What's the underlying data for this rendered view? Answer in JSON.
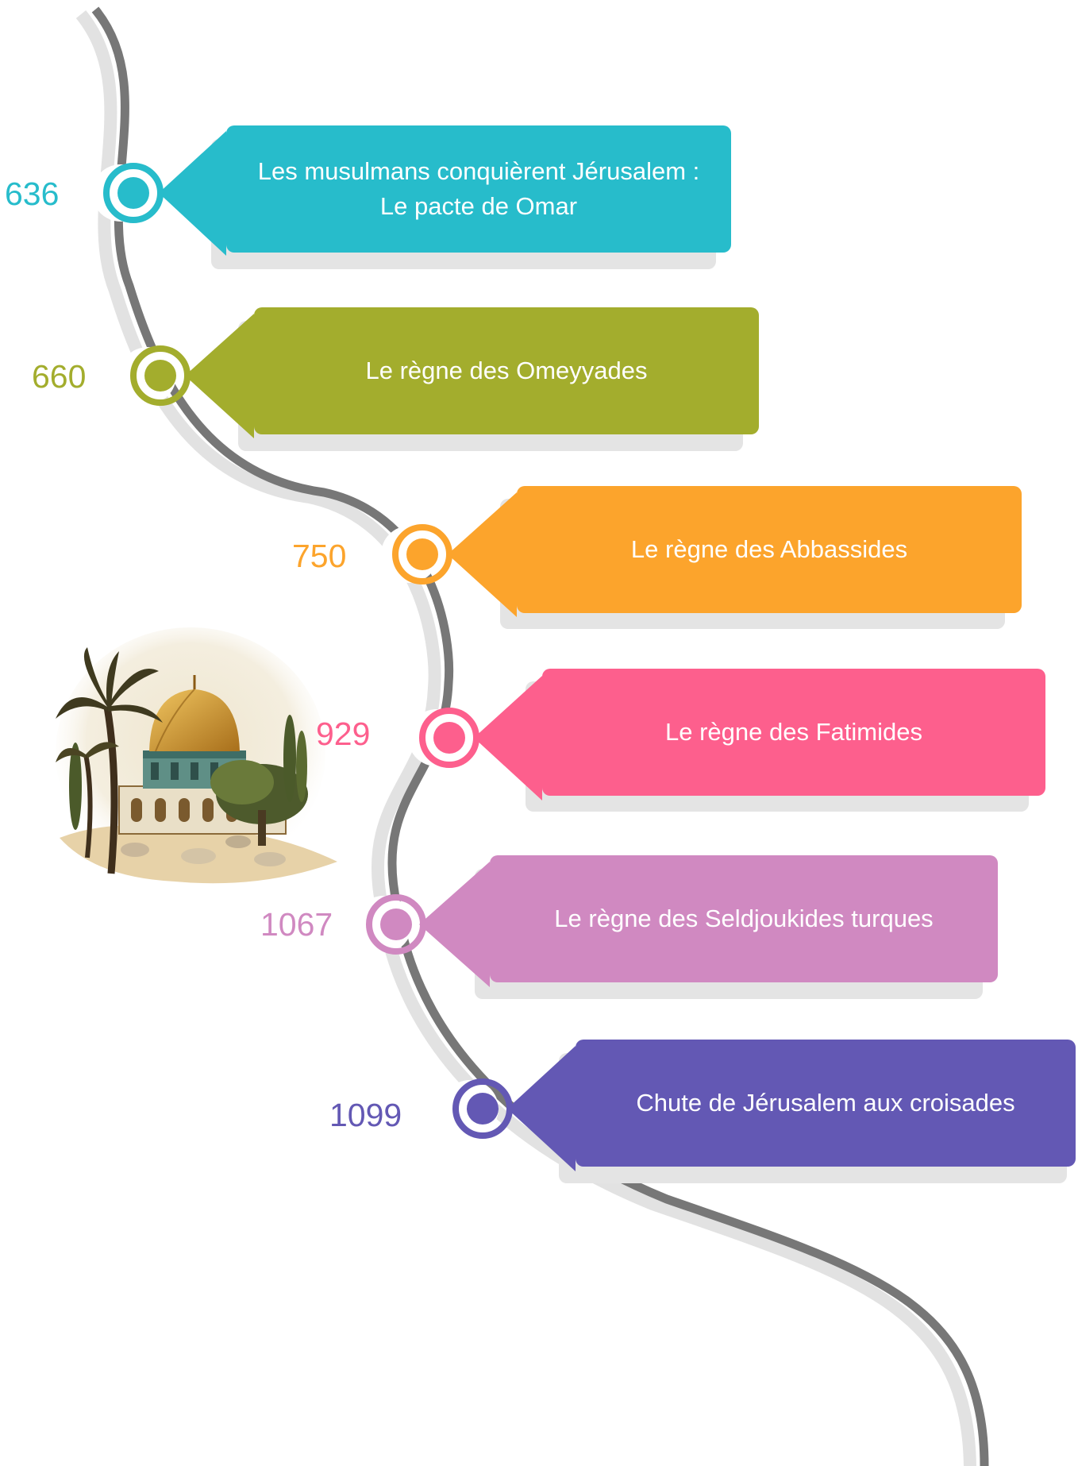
{
  "events": [
    {
      "year": "636",
      "title": "Les musulmans conquièrent Jérusalem : Le pacte de Omar",
      "color": "#27BCCB"
    },
    {
      "year": "660",
      "title": "Le règne des Omeyyades",
      "color": "#A3AD2D"
    },
    {
      "year": "750",
      "title": "Le règne des Abbassides",
      "color": "#FCA42C"
    },
    {
      "year": "929",
      "title": "Le règne des Fatimides",
      "color": "#FD5F8D"
    },
    {
      "year": "1067",
      "title": "Le règne des Seldjoukides turques",
      "color": "#D089C1"
    },
    {
      "year": "1099",
      "title": "Chute de Jérusalem aux croisades",
      "color": "#6358B4"
    }
  ],
  "path_color": "#777777",
  "illustration": {
    "icon": "dome-of-the-rock-illustration"
  }
}
